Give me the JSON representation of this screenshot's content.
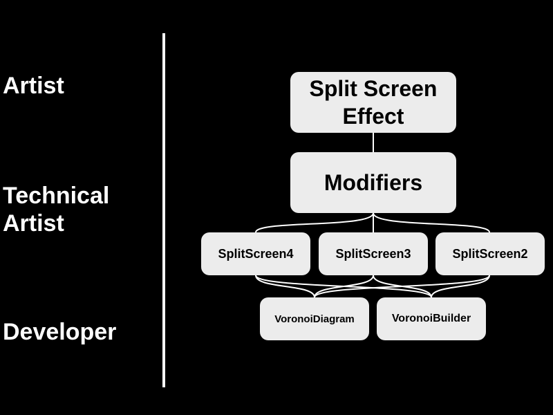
{
  "roles": {
    "artist": "Artist",
    "technical_artist": "Technical\nArtist",
    "developer": "Developer"
  },
  "nodes": {
    "split_screen_effect": "Split Screen\nEffect",
    "modifiers": "Modifiers",
    "split_screen_4": "SplitScreen4",
    "split_screen_3": "SplitScreen3",
    "split_screen_2": "SplitScreen2",
    "voronoi_diagram": "VoronoiDiagram",
    "voronoi_builder": "VoronoiBuilder"
  },
  "colors": {
    "background": "#000000",
    "node_fill": "#ececec",
    "line": "#ffffff"
  }
}
